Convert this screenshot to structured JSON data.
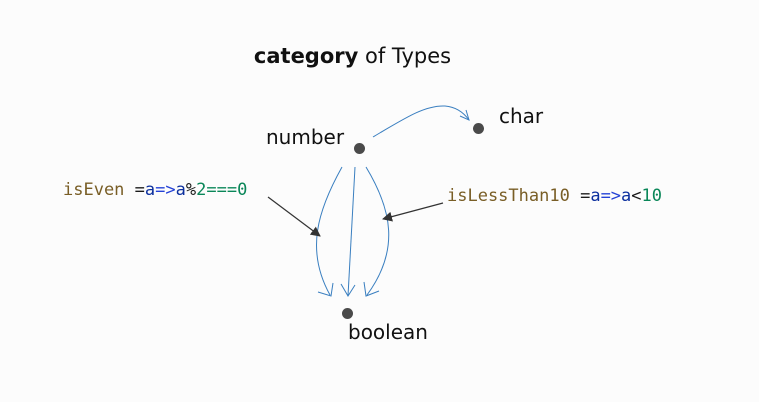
{
  "title": {
    "bold_part": "category",
    "rest_part": " of Types"
  },
  "nodes": {
    "number": "number",
    "char": "char",
    "boolean": "boolean"
  },
  "functions": {
    "is_even": {
      "name": "isEven",
      "assign": " =",
      "param": "a",
      "arrow": "=>",
      "body_var": "a",
      "body_op1": "%",
      "body_num1": "2",
      "body_op2": "===",
      "body_num2": "0"
    },
    "is_less_than_10": {
      "name": "isLessThan10",
      "assign": " =",
      "param": "a",
      "arrow": "=>",
      "body_var": "a",
      "body_op1": "<",
      "body_num1": "10"
    }
  },
  "colors": {
    "morphism_arrow": "#3a7fc0",
    "annotation_arrow": "#333333",
    "node_dot": "#4a4a4a"
  }
}
